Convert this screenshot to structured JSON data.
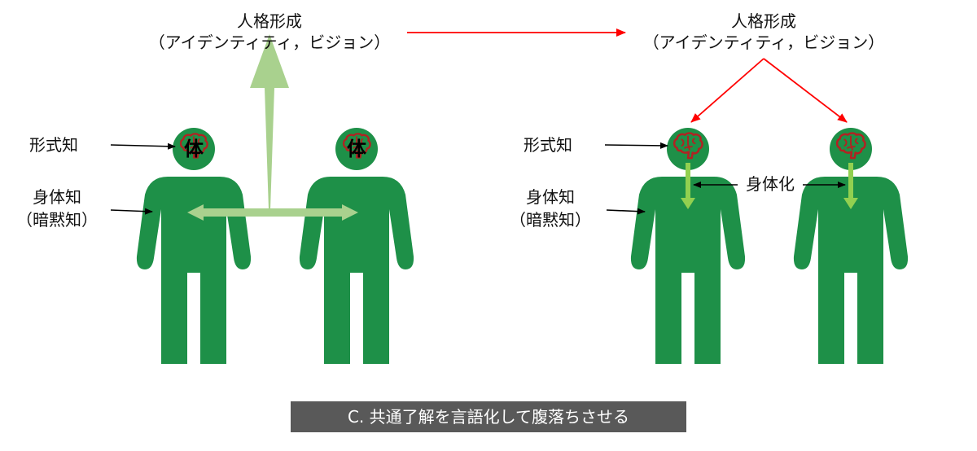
{
  "colors": {
    "figure": "#1e9048",
    "light_arrow": "#a9d18e",
    "inner_arrow": "#92d050",
    "red_arrow": "#ff0000",
    "brain": "#b22222",
    "caption_bg": "#595959"
  },
  "left_panel": {
    "top_label_line1": "人格形成",
    "top_label_line2": "（アイデンティティ，ビジョン）",
    "explicit_label": "形式知",
    "tacit_label_line1": "身体知",
    "tacit_label_line2": "（暗黙知）",
    "head_char_left": "体",
    "head_char_right": "体"
  },
  "right_panel": {
    "top_label_line1": "人格形成",
    "top_label_line2": "（アイデンティティ，ビジョン）",
    "explicit_label": "形式知",
    "tacit_label_line1": "身体知",
    "tacit_label_line2": "（暗黙知）",
    "embodiment_label": "身体化"
  },
  "caption": "C. 共通了解を言語化して腹落ちさせる"
}
